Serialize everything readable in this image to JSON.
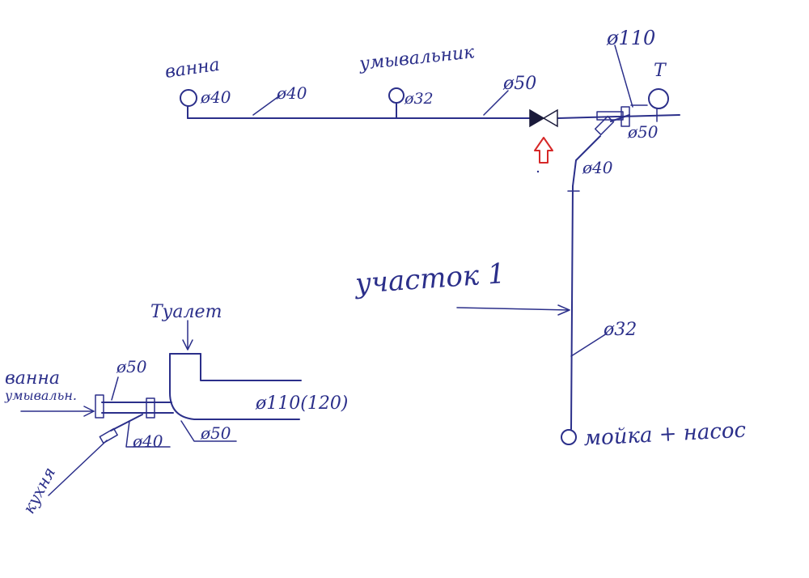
{
  "labels": {
    "vanna": "ванна",
    "vanna_d40": "ø40",
    "main_d40": "ø40",
    "umyvalnik": "умывальник",
    "umyvalnik_d32": "ø32",
    "main_d50": "ø50",
    "riser_d110": "ø110",
    "toilet_t": "Т",
    "tee_d50": "ø50",
    "branch_d40": "ø40",
    "section_1": "участок 1",
    "lower_d32": "ø32",
    "sink_pump": "мойка + насос",
    "detail_toilet": "Туалет",
    "detail_d50_top": "ø50",
    "detail_vanna": "ванна",
    "detail_umyvaln": "умывальн.",
    "detail_d110": "ø110(120)",
    "detail_d40": "ø40",
    "detail_d50_bottom": "ø50",
    "detail_kuhnya": "кухня"
  },
  "colors": {
    "ink": "#2b2f8a",
    "highlight": "#d62828"
  }
}
